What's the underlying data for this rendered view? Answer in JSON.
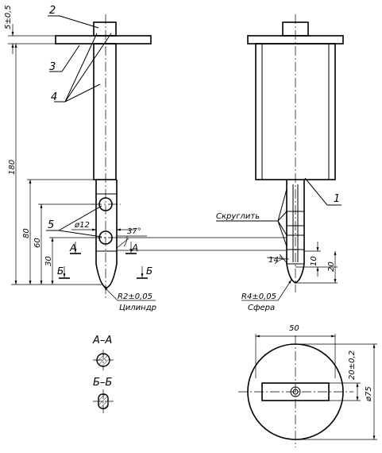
{
  "labels": {
    "n1": "1",
    "n2": "2",
    "n3": "3",
    "n4": "4",
    "n5": "5"
  },
  "dimensions": {
    "d5": "5±0,5",
    "d180": "180",
    "d80": "80",
    "d60": "60",
    "d30": "30",
    "d12": "ø12",
    "a37": "37°",
    "r2": "R2±0,05",
    "cyl": "Цилиндр",
    "a14": "14°",
    "d10": "10",
    "d20": "20",
    "r4": "R4±0,05",
    "sph": "Сфера",
    "skr": "Скруглить",
    "d50": "50",
    "d20b": "20±0,2",
    "d75": "ø75"
  },
  "sections": {
    "aa": "А–А",
    "bb": "Б–Б",
    "a": "А",
    "b": "Б"
  }
}
